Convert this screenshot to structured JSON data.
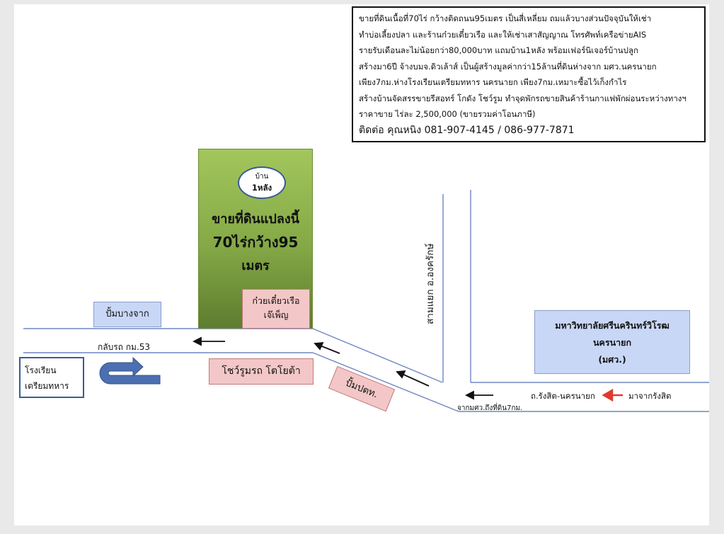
{
  "info": {
    "line1": "ขายที่ดินเนื้อที่70ไร่ กว้างติดถนน95เมตร เป็นสี่เหลี่ยม ถมแล้วบางส่วนปัจจุบันให้เช่า",
    "line2": "ทำบ่อเลี้ยงปลา และร้านก๋วยเตี๋ยวเรือ และให้เช่าเสาสัญญาณ โทรศัพท์เครือข่ายAIS",
    "line3": "รายรับเดือนละไม่น้อยกว่า80,000บาท แถมบ้าน1หลัง พร้อมเฟอร์นิเจอร์บ้านปลูก",
    "line4": "สร้างมา6ปี จ้างบมจ.ดิวเล้าส์ เป็นผู้สร้างมูลค่ากว่า15ล้านที่ดินห่างจาก มศว.นครนายก",
    "line5": "เพียง7กม.ห่างโรงเรียนเตรียมทหาร นครนายก เพียง7กม.เหมาะซื้อไว้เก็งกำไร",
    "line6": "สร้างบ้านจัดสรรขายรีสอทร์ โกดัง โชว์รูม ทำจุดพักรถขายสินค้าร้านกาแฟพักผ่อนระหว่างทางฯ",
    "line7": "ราคาขาย ไร่ละ 2,500,000 (ขายรวมค่าโอนภาษี)",
    "line8": "ติดต่อ คุณหนิง 081-907-4145 / 086-977-7871"
  },
  "plot": {
    "house_line1": "บ้าน",
    "house_line2": "1หลัง",
    "title_line1": "ขายที่ดินแปลงนี้",
    "title_line2": "70ไร่กว้าง95",
    "title_line3": "เมตร"
  },
  "labels": {
    "noodle_line1": "ก๋วยเตี๋ยวเรือ",
    "noodle_line2": "เจ๊เพ็ญ",
    "pump_bangchak": "ปั้มบางจาก",
    "uturn_km": "กลับรถ กม.53",
    "school_line1": "โรงเรียน",
    "school_line2": "เตรียมทหาร",
    "toyota_showroom": "โชว์รูมรถ โตโยต้า",
    "pump_ptt": "ปั้มปตท.",
    "junction": "สามแยก อ.องครักษ์",
    "university_line1": "มหาวิทยาลัยศรีนครินทร์วิโรฒ",
    "university_line2": "นครนายก",
    "university_line3": "(มศว.)",
    "road_name": "ถ.รังสิต-นครนายก",
    "from_rangsit": "มาจากรังสิต",
    "distance_note": "จากมศว.ถึงที่ดิน7กม."
  },
  "colors": {
    "plot_green": "#8bb04b",
    "road_line": "#6f86c2",
    "pink_box": "#f3c7c7",
    "blue_box": "#c9d7f7",
    "uturn_blue": "#4b6fb0",
    "red_arrow": "#e03a2f"
  }
}
